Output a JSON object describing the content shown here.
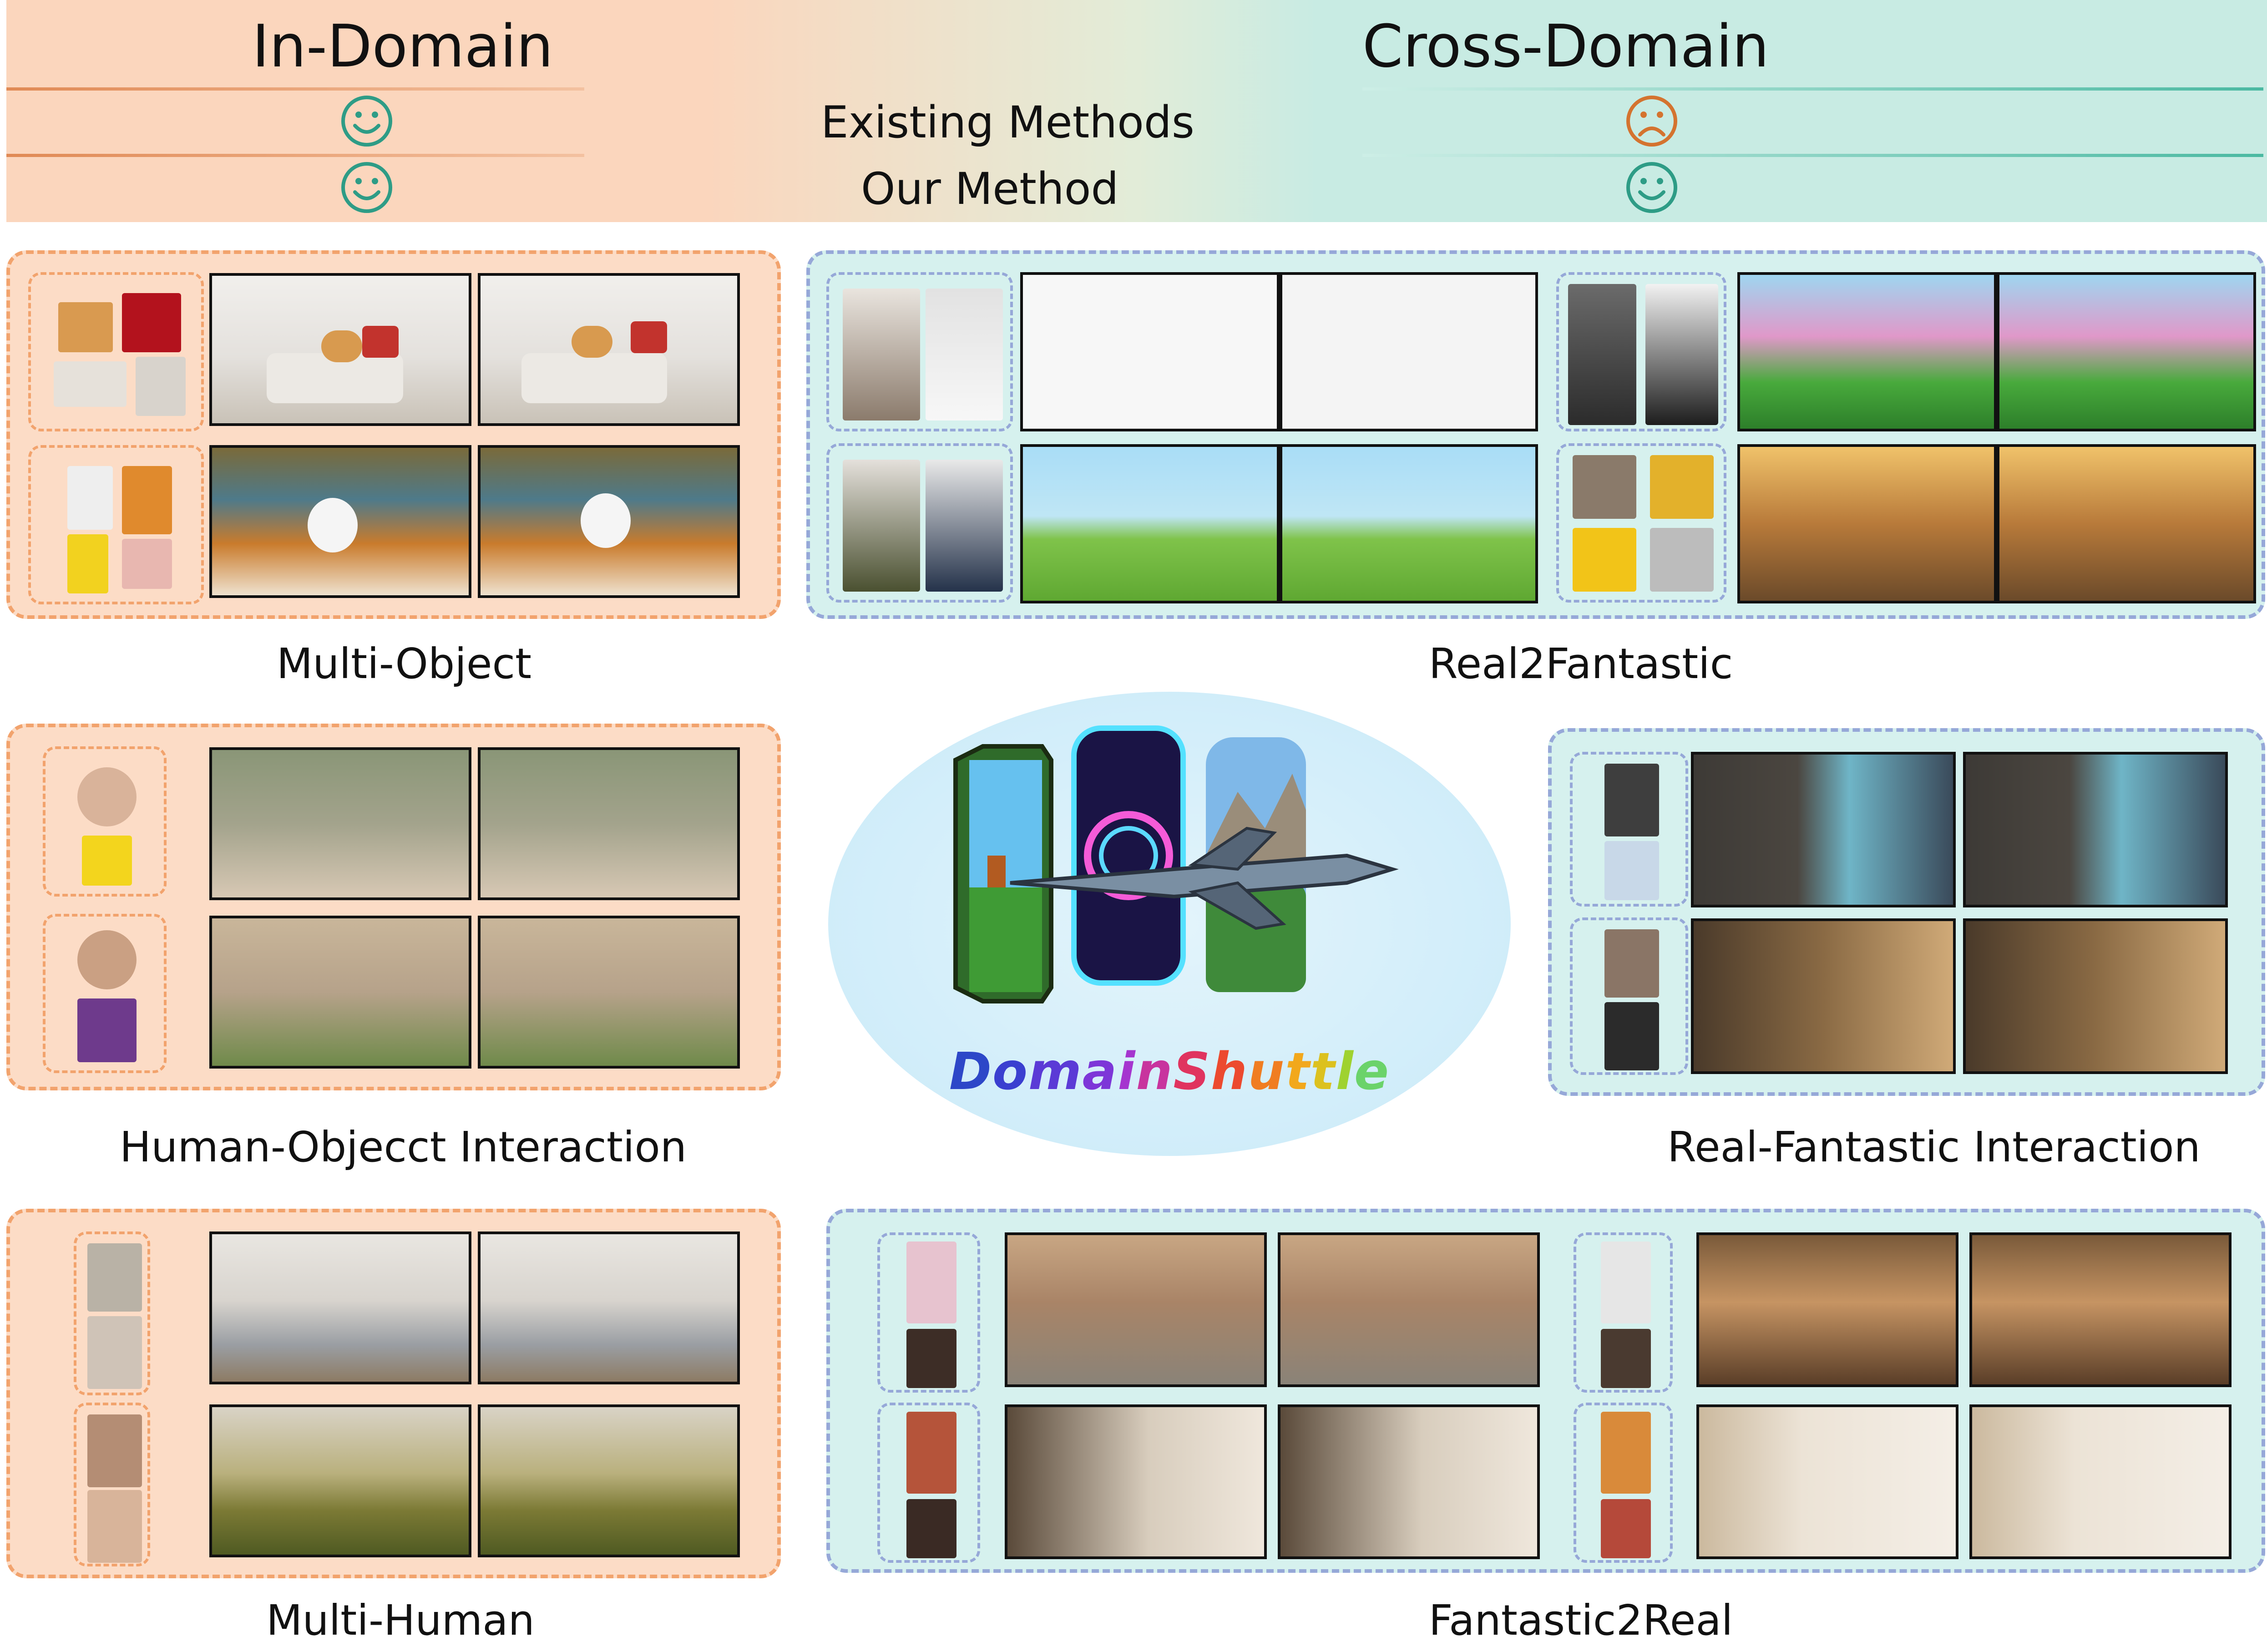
{
  "header": {
    "in_domain": "In-Domain",
    "cross_domain": "Cross-Domain",
    "rows": [
      {
        "label": "Existing Methods",
        "in_domain": "happy",
        "cross_domain": "sad"
      },
      {
        "label": "Our Method",
        "in_domain": "happy",
        "cross_domain": "happy"
      }
    ]
  },
  "colors": {
    "in_domain_fill": "#fcdcc6",
    "in_domain_border": "#f2a36d",
    "cross_domain_fill": "#d6f1ee",
    "cross_domain_border": "#96a8d8",
    "happy_face": "#2e9c86",
    "sad_face": "#d4732f"
  },
  "icons": [
    "smiley-happy-icon",
    "smiley-sad-icon"
  ],
  "panels": {
    "multi_object": "Multi-Object",
    "real2fantastic": "Real2Fantastic",
    "human_object_interaction": "Human-Objecct Interaction",
    "real_fantastic_interaction": "Real-Fantastic Interaction",
    "multi_human": "Multi-Human",
    "fantastic2real": "Fantastic2Real"
  },
  "logo": {
    "letters": [
      "D",
      "o",
      "m",
      "a",
      "i",
      "n",
      "S",
      "h",
      "u",
      "t",
      "t",
      "l",
      "e"
    ],
    "letter_colors": [
      "#2d47c8",
      "#3a3fd0",
      "#5b3ad6",
      "#7d36d8",
      "#a535cf",
      "#c8349e",
      "#e0345f",
      "#ec4a2f",
      "#f07d21",
      "#f2a81c",
      "#dcc11f",
      "#9fd230",
      "#6bd36a"
    ]
  }
}
